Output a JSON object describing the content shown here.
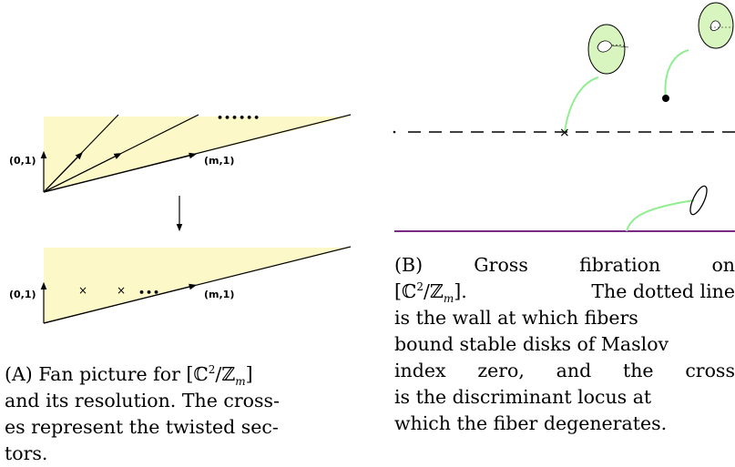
{
  "panel_a": {
    "top_fan": {
      "label_left": "(0,1)",
      "label_right": "(m,1)",
      "dots": "••••••"
    },
    "bottom_fan": {
      "label_left": "(0,1)",
      "label_right": "(m,1)",
      "crosses": [
        "×",
        "×"
      ],
      "dots": "•••"
    },
    "caption": {
      "tag": "(A)",
      "line1_pre": "Fan picture for [ℂ",
      "sup": "2",
      "line1_mid": "/ℤ",
      "sub": "m",
      "line1_post": "]",
      "line2": "and its resolution. The cross-",
      "line3": "es represent the twisted sec-",
      "line4": "tors."
    }
  },
  "panel_b": {
    "caption": {
      "tag": "(B)",
      "w1": "Gross",
      "w2": "fibration",
      "w3": "on",
      "l2_pre": "[ℂ",
      "l2_sup": "2",
      "l2_mid": "/ℤ",
      "l2_sub": "m",
      "l2_post": "].",
      "l2_rest": "The dotted line",
      "line3": "is the wall at which fibers",
      "line4": "bound stable disks of Maslov",
      "line5_a": "index",
      "line5_b": "zero,",
      "line5_c": "and",
      "line5_d": "the",
      "line5_e": "cross",
      "line6": "is the discriminant locus at",
      "line7": "which the fiber degenerates."
    },
    "colors": {
      "wall": "#000000",
      "boundary": "#7a2a82",
      "fiber_path": "#90ee90",
      "torus": "#d8f5c0"
    }
  },
  "colors": {
    "fan_fill": "#fdf8c8"
  }
}
